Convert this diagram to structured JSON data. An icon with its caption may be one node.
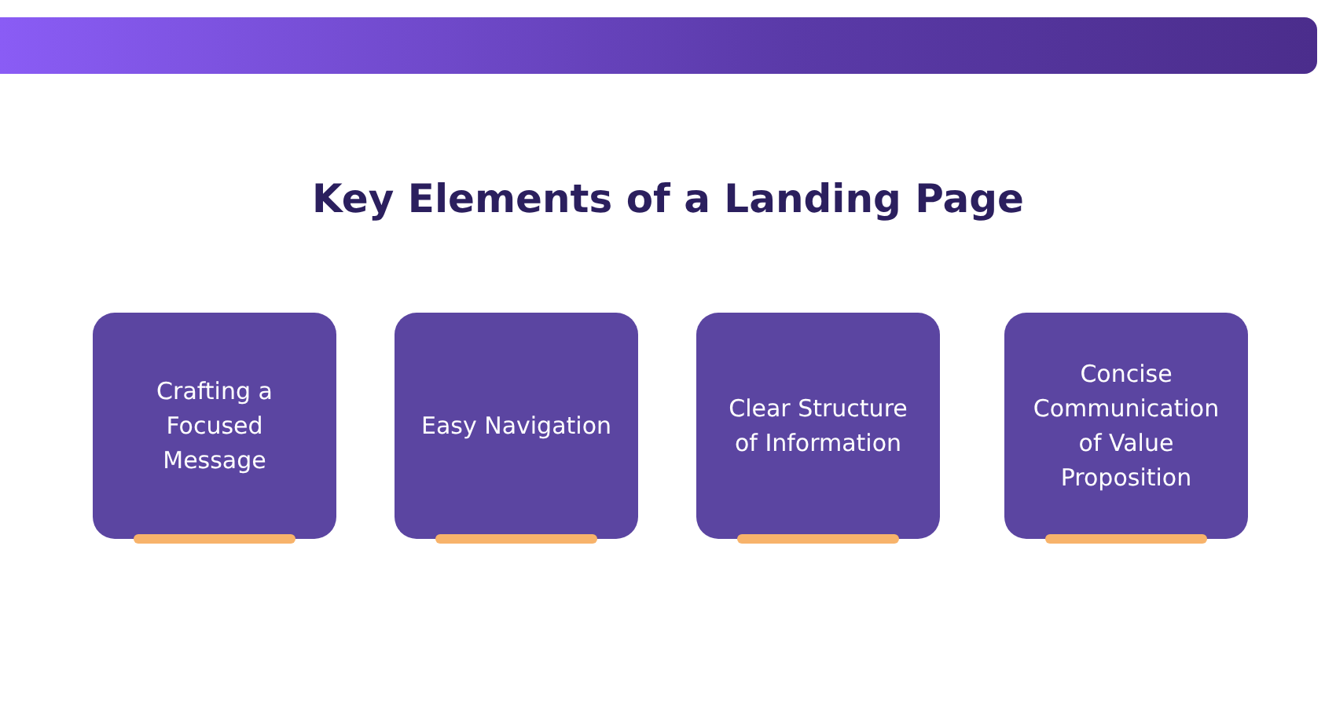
{
  "diagram": {
    "title": "Key Elements of a Landing Page",
    "nodes": [
      {
        "text": [
          "Crafting a Focused Message"
        ]
      },
      {
        "text": [
          "Easy Navigation"
        ]
      },
      {
        "text": [
          "Clear Structure of Information"
        ]
      },
      {
        "text": [
          "Concise Communication of Value Proposition"
        ]
      }
    ]
  }
}
